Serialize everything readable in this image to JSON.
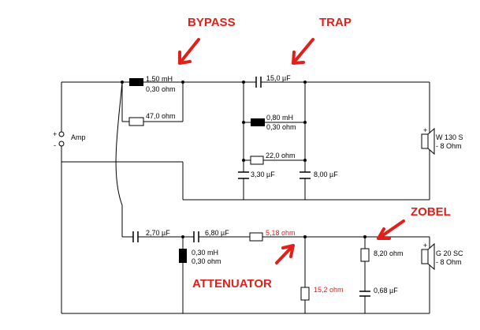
{
  "annotations": {
    "bypass": "BYPASS",
    "trap": "TRAP",
    "zobel": "ZOBEL",
    "attenuator": "ATTENUATOR"
  },
  "source": {
    "label": "Amp",
    "plus": "+",
    "minus": "-"
  },
  "woofer_branch": {
    "l_series": {
      "inductance": "1,50 mH",
      "resistance": "0,30 ohm"
    },
    "r_bypass": "47,0 ohm",
    "c_trap": "15,0 µF",
    "l_trap": {
      "inductance": "0,80 mH",
      "resistance": "0,30 ohm"
    },
    "r_trap": "22,0 ohm",
    "c_trap_a": "3,30 µF",
    "c_trap_b": "8,00 µF",
    "speaker": {
      "name": "W 130 S",
      "impedance": "- 8 Ohm",
      "plus": "+"
    }
  },
  "tweeter_branch": {
    "c1": "2,70 µF",
    "c2": "6,80 µF",
    "l_shunt": {
      "inductance": "0,30 mH",
      "resistance": "0,30 ohm"
    },
    "r_series": "5,18 ohm",
    "r_shunt": "15,2 ohm",
    "r_zobel": "8,20 ohm",
    "c_zobel": "0,68 µF",
    "speaker": {
      "name": "G 20 SC",
      "impedance": "- 8 Ohm",
      "plus": "+"
    }
  },
  "colors": {
    "annotation": "#e0201a",
    "wire": "#000000"
  }
}
